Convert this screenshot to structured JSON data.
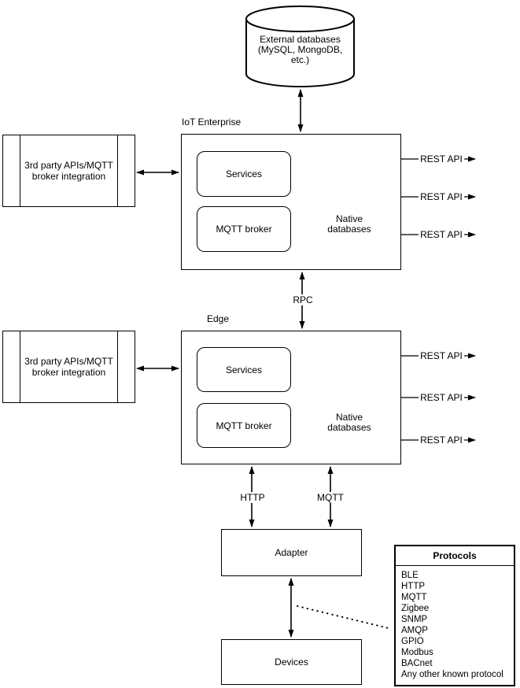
{
  "colors": {
    "stroke": "#000000",
    "background": "#ffffff"
  },
  "nodes": {
    "external_db": "External databases\n(MySQL, MongoDB,\netc.)",
    "enterprise_title": "IoT Enterprise",
    "edge_title": "Edge",
    "services": "Services",
    "mqtt_broker": "MQTT broker",
    "native_db": "Native\ndatabases",
    "integration": "3rd party APIs/MQTT\nbroker integration",
    "adapter": "Adapter",
    "devices": "Devices"
  },
  "labels": {
    "rest_api": "REST API",
    "rpc": "RPC",
    "http": "HTTP",
    "mqtt": "MQTT"
  },
  "protocols": {
    "title": "Protocols",
    "items": [
      "BLE",
      "HTTP",
      "MQTT",
      "Zigbee",
      "SNMP",
      "AMQP",
      "GPIO",
      "Modbus",
      "BACnet",
      "Any other known protocol"
    ]
  }
}
